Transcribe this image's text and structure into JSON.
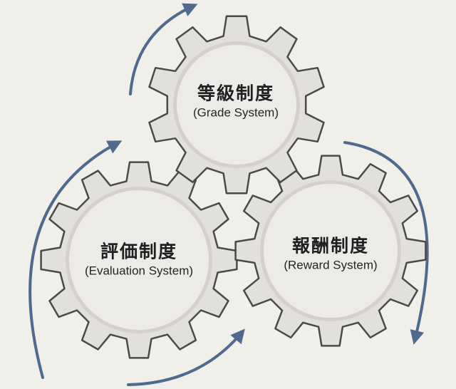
{
  "gears": [
    {
      "id": "grade",
      "title": "等級制度",
      "subtitle": "(Grade System)"
    },
    {
      "id": "evaluation",
      "title": "評価制度",
      "subtitle": "(Evaluation System)"
    },
    {
      "id": "reward",
      "title": "報酬制度",
      "subtitle": "(Reward System)"
    }
  ],
  "colors": {
    "background": "#f0efea",
    "gear_fill": "#e2e0dc",
    "gear_outline": "#4a4a4a",
    "gear_inner_ring": "#d4d1cc",
    "arrow": "#4f6a8e",
    "text": "#1e2022"
  },
  "icons": [
    "gear-icon",
    "cycle-arrow-icon"
  ]
}
